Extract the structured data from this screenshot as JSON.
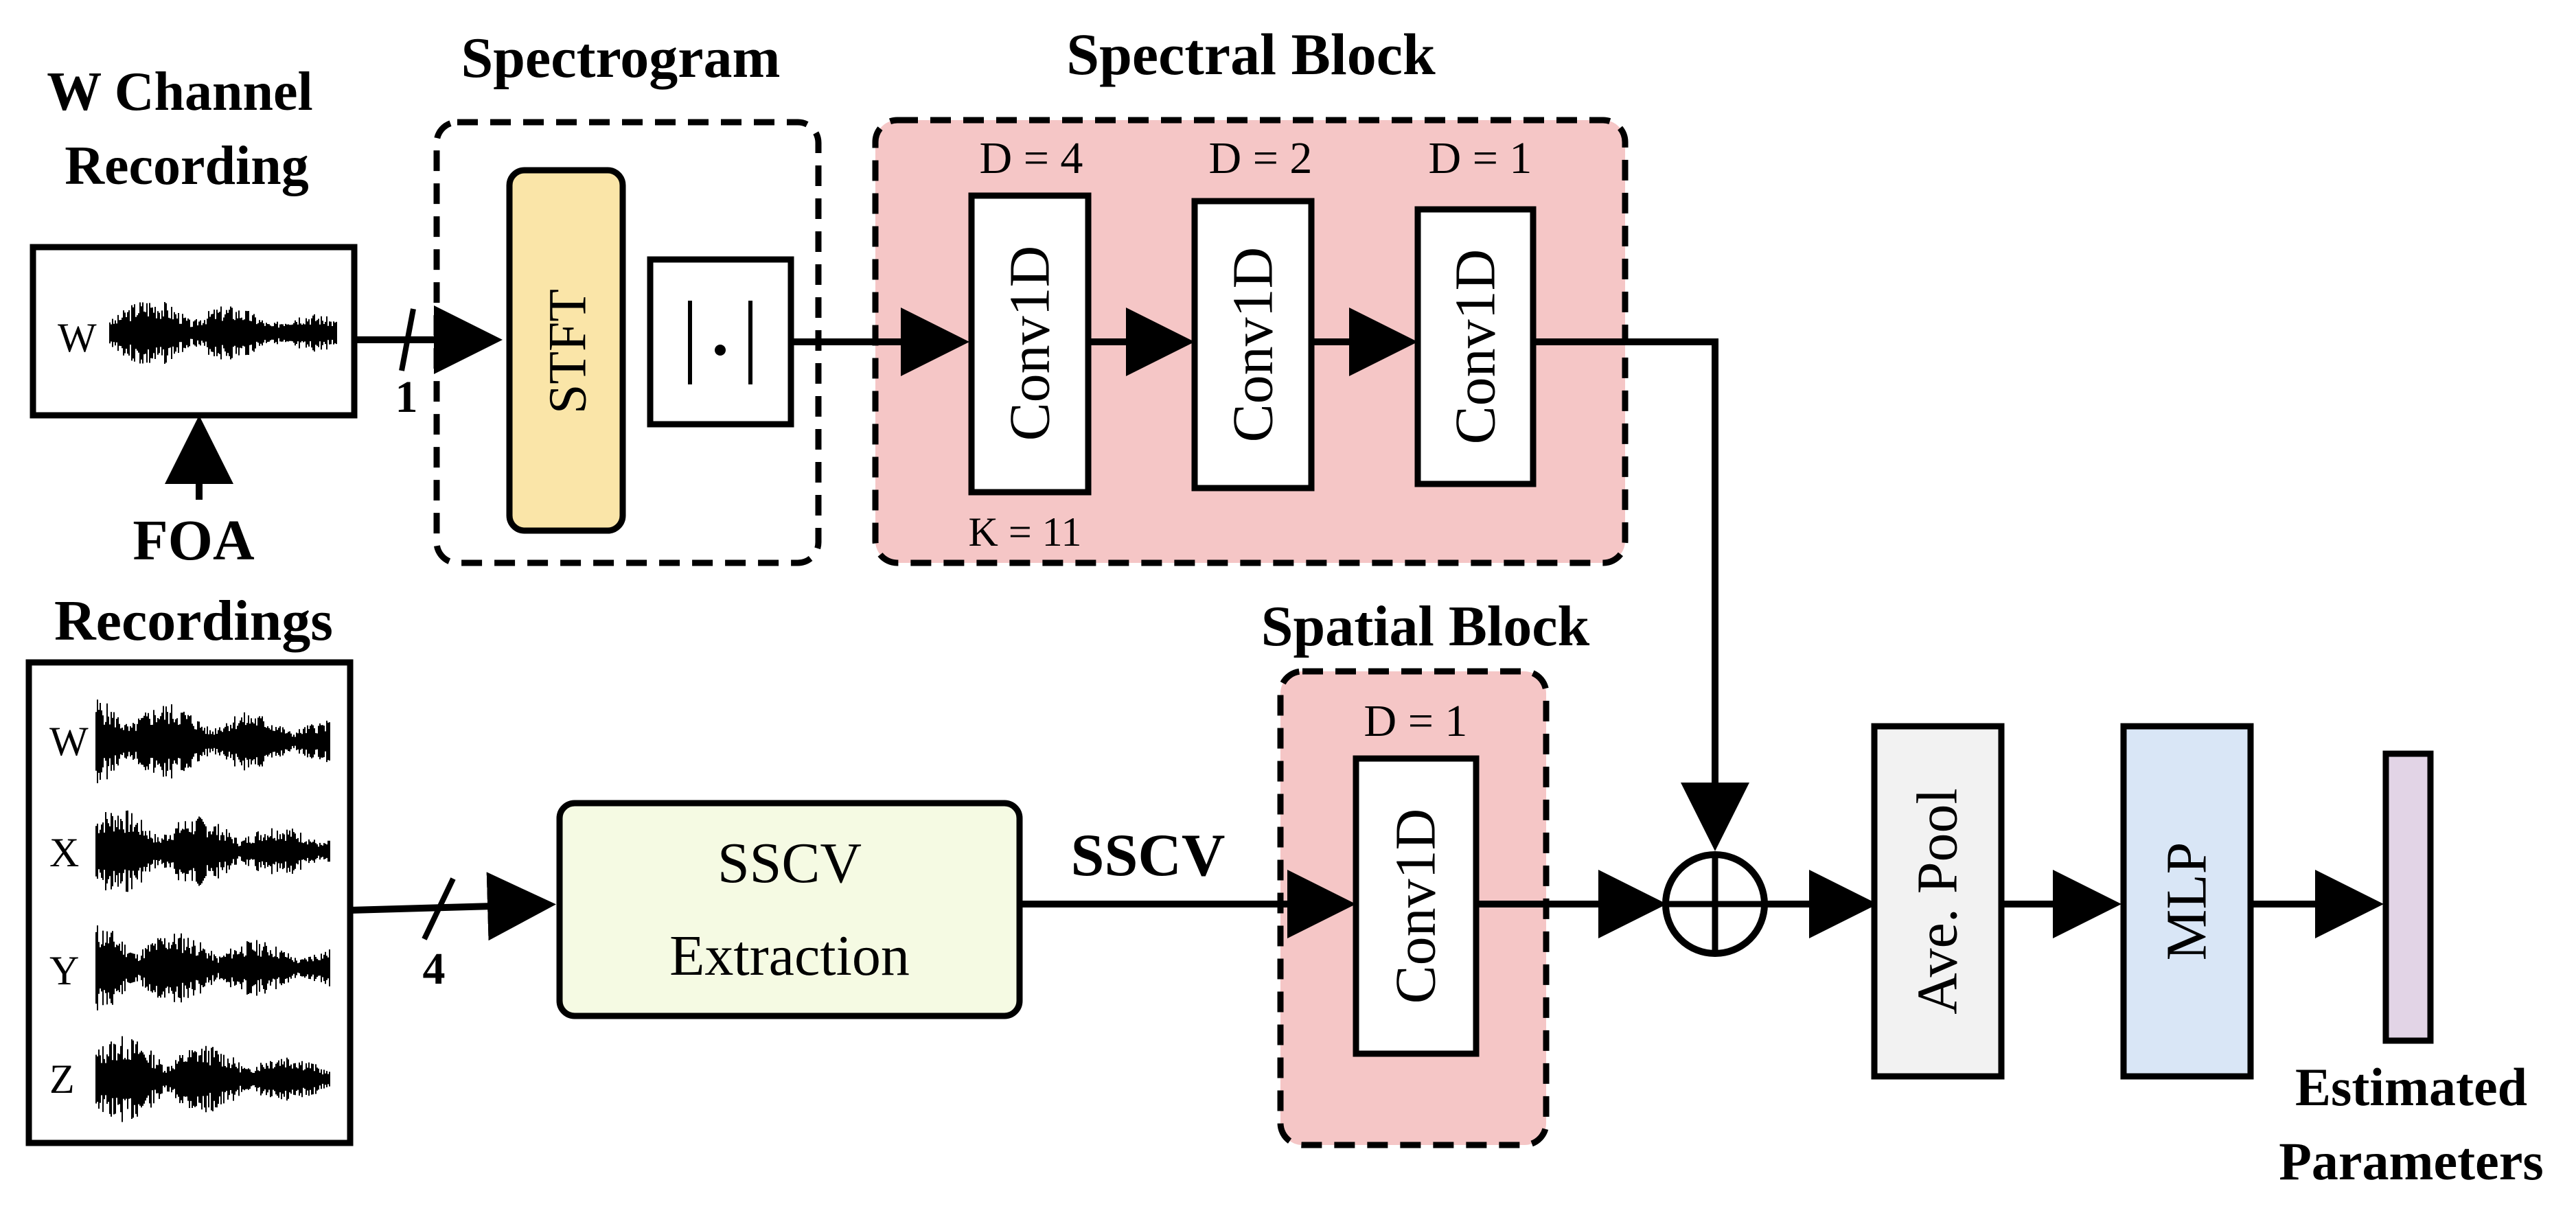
{
  "colors": {
    "stft_fill": "#FAE5A8",
    "block_fill": "#F5C6C6",
    "sscv_fill": "#F5FAE3",
    "avepool_fill": "#F2F2F2",
    "mlp_fill": "#D9E6F6",
    "output_fill": "#E2D4E6",
    "stroke": "#000000"
  },
  "labels": {
    "w_channel_title_1": "W Channel",
    "w_channel_title_2": "Recording",
    "w_channel_letter": "W",
    "foa_title_1": "FOA",
    "foa_title_2": "Recordings",
    "foa_channels": [
      "W",
      "X",
      "Y",
      "Z"
    ],
    "spectrogram_title": "Spectrogram",
    "stft_label": "STFT",
    "magnitude_label": "|·|",
    "spectral_title": "Spectral Block",
    "conv_label": "Conv1D",
    "spectral_dilations": [
      "D = 4",
      "D = 2",
      "D = 1"
    ],
    "kernel_label": "K = 11",
    "spatial_title": "Spatial Block",
    "spatial_dilation": "D = 1",
    "sscv_box_1": "SSCV",
    "sscv_box_2": "Extraction",
    "sscv_arrow_label": "SSCV",
    "count_top": "1",
    "count_bottom": "4",
    "avepool_label": "Ave. Pool",
    "mlp_label": "MLP",
    "output_title_1": "Estimated",
    "output_title_2": "Parameters"
  }
}
